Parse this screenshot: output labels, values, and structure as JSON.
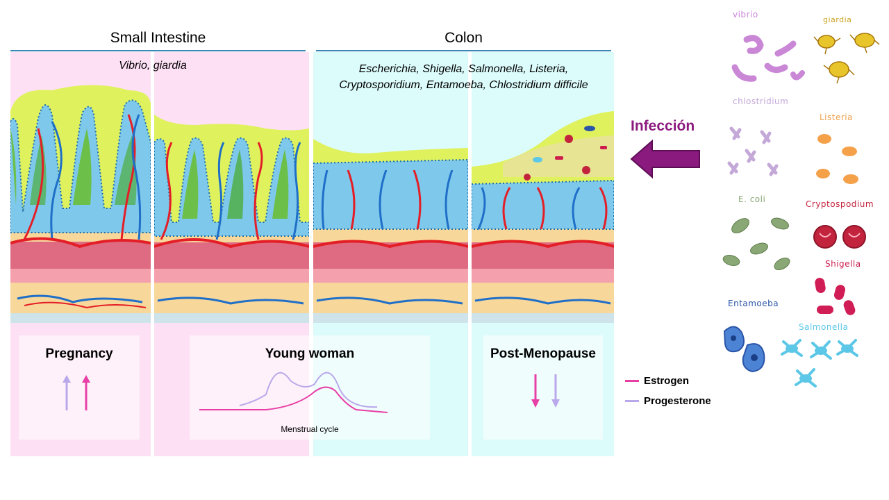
{
  "sections": {
    "small_intestine": {
      "title": "Small Intestine",
      "pathogens": "Vibrio, giardia"
    },
    "colon": {
      "title": "Colon",
      "pathogens_line1": "Escherichia, Shigella, Salmonella, Listeria,",
      "pathogens_line2": "Cryptosporidium, Entamoeba, Chlostridium difficile"
    }
  },
  "stages": {
    "pregnancy": {
      "title": "Pregnancy",
      "estrogen": "up",
      "progesterone": "up"
    },
    "young_woman": {
      "title": "Young woman",
      "caption": "Menstrual cycle"
    },
    "post_menopause": {
      "title": "Post-Menopause",
      "estrogen": "down",
      "progesterone": "down"
    }
  },
  "legend": [
    {
      "label": "Estrogen",
      "color": "#e83fa6"
    },
    {
      "label": "Progesterone",
      "color": "#b9a8ea"
    }
  ],
  "infection": {
    "label": "Infección",
    "color": "#8b1a7f"
  },
  "germs": [
    {
      "label": "vibrio",
      "color": "#c987d6"
    },
    {
      "label": "giardia",
      "color": "#c9a21c"
    },
    {
      "label": "chlostridium",
      "color": "#c3a8d8"
    },
    {
      "label": "Listeria",
      "color": "#f0a04a"
    },
    {
      "label": "E. coli",
      "color": "#8aa776"
    },
    {
      "label": "Cryptospodium",
      "color": "#c3243d"
    },
    {
      "label": "Shigella",
      "color": "#cc1d4e"
    },
    {
      "label": "Entamoeba",
      "color": "#2a55a8"
    },
    {
      "label": "Salmonella",
      "color": "#5cc7e6"
    }
  ],
  "colors": {
    "small_intestine_bg": "#fde0f4",
    "colon_bg": "#dcfbfb",
    "mucus": "#dff25e",
    "epithelium": "#7ec8eb",
    "submucosa": "#f8d79a",
    "muscle": "#de6b82",
    "blood_red": "#e41e26",
    "blood_blue": "#1f6fc9"
  }
}
